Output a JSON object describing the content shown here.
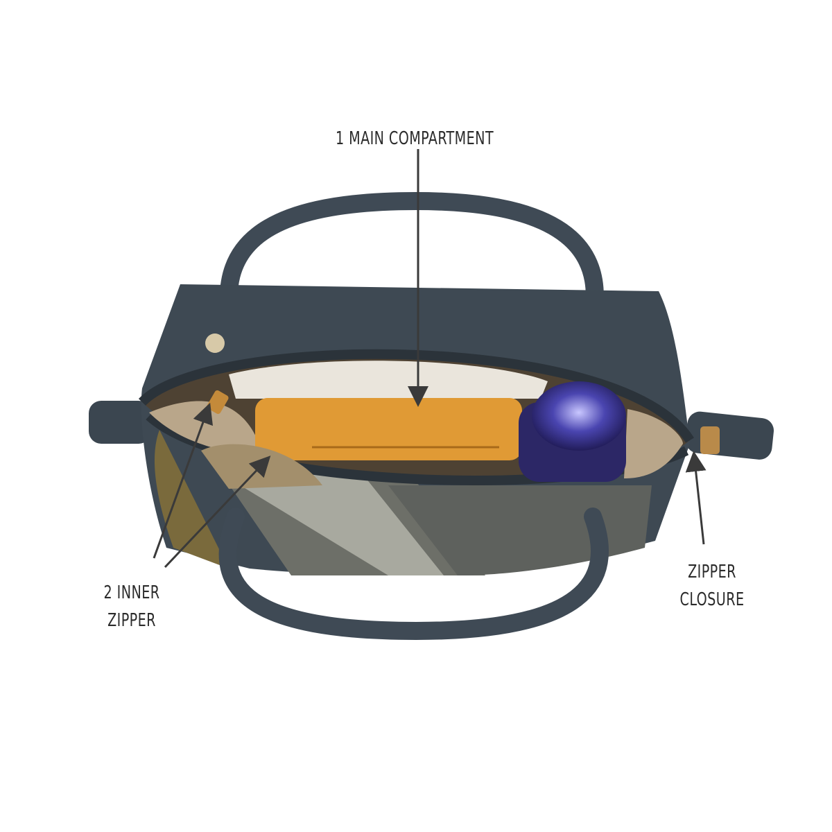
{
  "annotations": {
    "main_compartment": "1 MAIN COMPARTMENT",
    "inner_zipper_line1": "2 INNER",
    "inner_zipper_line2": "ZIPPER",
    "zipper_closure_line1": "ZIPPER",
    "zipper_closure_line2": "CLOSURE"
  },
  "colors": {
    "bag_navy": "#3b4650",
    "bag_olive": "#7a6a3c",
    "bag_grey": "#6d6f68",
    "wallet_orange": "#e09a35",
    "arrow": "#3a3a3a"
  }
}
